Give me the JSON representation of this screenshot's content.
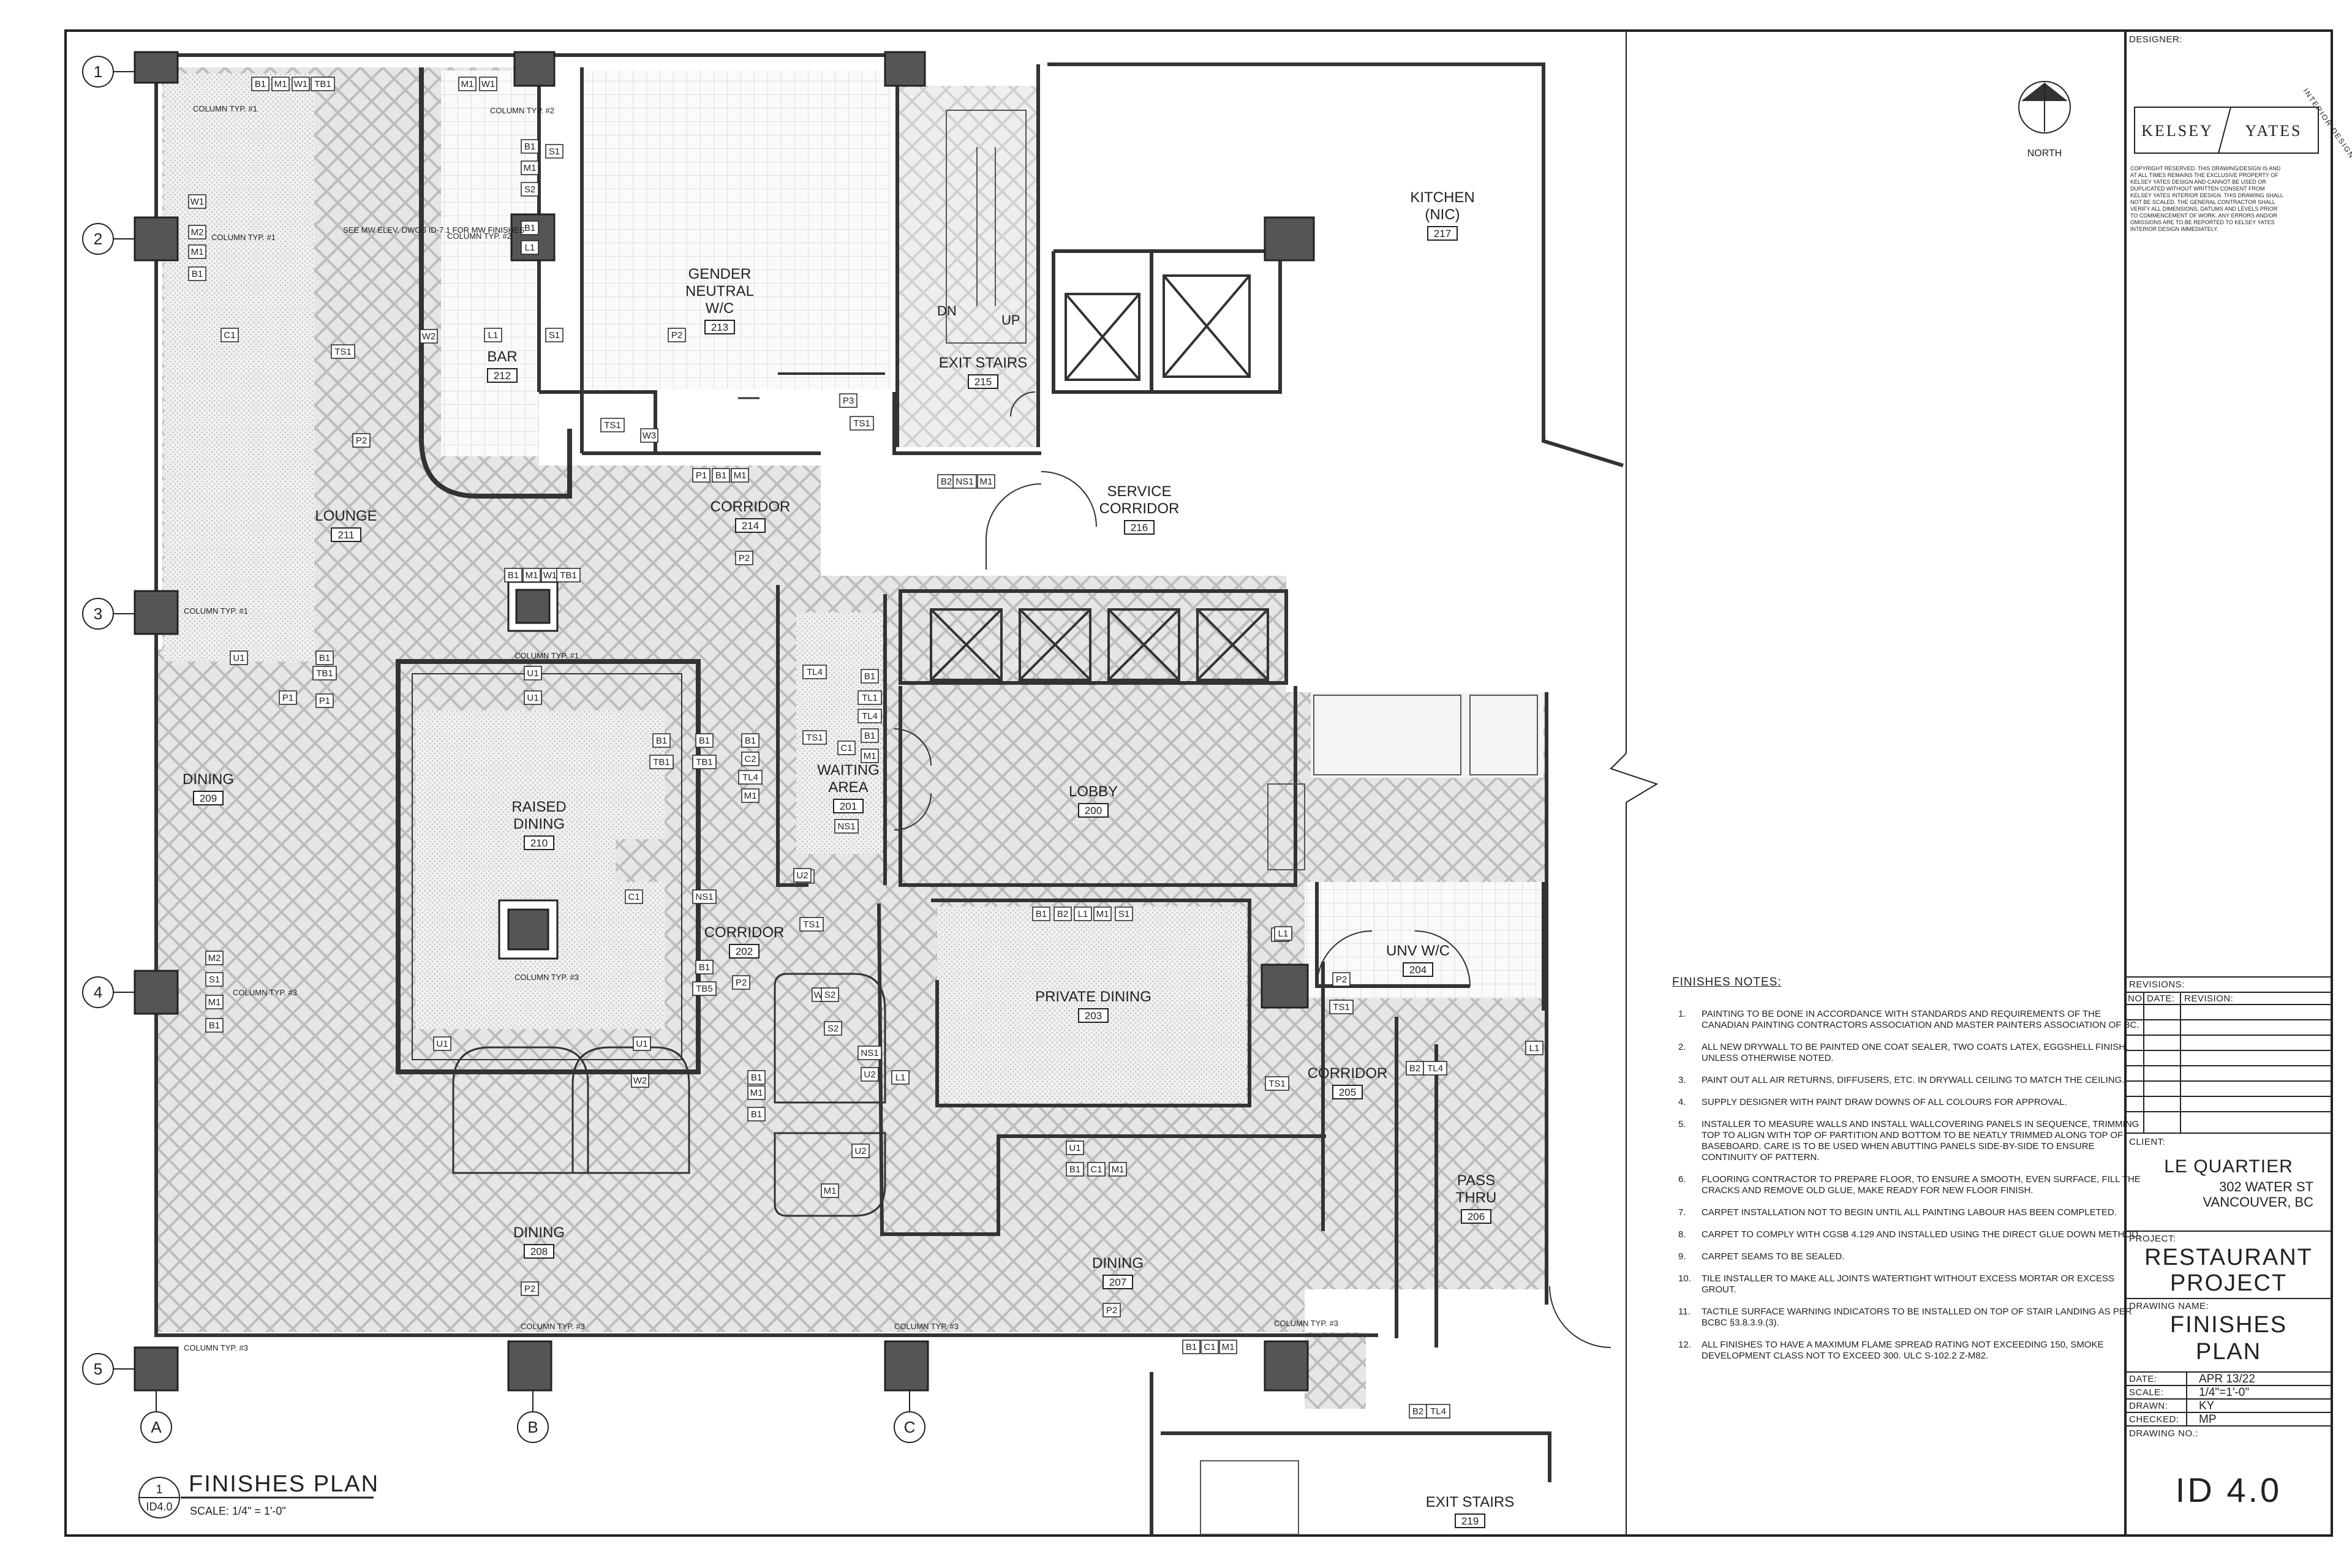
{
  "sheet": {
    "designer_label": "DESIGNER:",
    "designer_name_left": "KELSEY",
    "designer_name_right": "YATES",
    "designer_tagline": "INTERIOR DESIGN",
    "copyright": "COPYRIGHT RESERVED. THIS DRAWING/DESIGN IS AND AT ALL TIMES REMAINS THE EXCLUSIVE PROPERTY OF KELSEY YATES DESIGN AND CANNOT BE USED OR DUPLICATED WITHOUT WRITTEN CONSENT FROM KELSEY YATES INTERIOR DESIGN. THIS DRAWING SHALL NOT BE SCALED. THE GENERAL CONTRACTOR SHALL VERIFY ALL DIMENSIONS, DATUMS AND LEVELS PRIOR TO COMMENCEMENT OF WORK. ANY ERRORS AND/OR OMISSIONS ARE TO BE REPORTED TO KELSEY YATES INTERIOR DESIGN IMMEDIATELY.",
    "revisions_label": "REVISIONS:",
    "revisions_cols": [
      "NO:",
      "DATE:",
      "REVISION:"
    ],
    "client_label": "CLIENT:",
    "client_name": "LE QUARTIER",
    "client_address1": "302 WATER ST",
    "client_address2": "VANCOUVER, BC",
    "project_label": "PROJECT:",
    "project_line1": "RESTAURANT",
    "project_line2": "PROJECT",
    "drawing_name_label": "DRAWING NAME:",
    "drawing_name_line1": "FINISHES",
    "drawing_name_line2": "PLAN",
    "date_label": "DATE:",
    "date_value": "APR 13/22",
    "scale_label": "SCALE:",
    "scale_value": "1/4\"=1'-0\"",
    "drawn_label": "DRAWN:",
    "drawn_value": "KY",
    "checked_label": "CHECKED:",
    "checked_value": "MP",
    "drawing_no_label": "DRAWING NO.:",
    "drawing_no_value": "ID 4.0",
    "north_label": "NORTH"
  },
  "plan_title": {
    "number": "1",
    "sheet_ref": "ID4.0",
    "title": "FINISHES PLAN",
    "scale": "SCALE: 1/4\" = 1'-0\""
  },
  "grid": {
    "rows": [
      "1",
      "2",
      "3",
      "4",
      "5"
    ],
    "cols": [
      "A",
      "B",
      "C"
    ]
  },
  "rooms": [
    {
      "name": "LOUNGE",
      "number": "211"
    },
    {
      "name": "BAR",
      "number": "212"
    },
    {
      "name": "GENDER NEUTRAL W/C",
      "number": "213"
    },
    {
      "name": "CORRIDOR",
      "number": "214"
    },
    {
      "name": "EXIT STAIRS",
      "number": "215"
    },
    {
      "name": "SERVICE CORRIDOR",
      "number": "216"
    },
    {
      "name": "KITCHEN (NIC)",
      "number": "217"
    },
    {
      "name": "DINING",
      "number": "209"
    },
    {
      "name": "RAISED DINING",
      "number": "210"
    },
    {
      "name": "WAITING AREA",
      "number": "201"
    },
    {
      "name": "LOBBY",
      "number": "200"
    },
    {
      "name": "CORRIDOR",
      "number": "202"
    },
    {
      "name": "PRIVATE DINING",
      "number": "203"
    },
    {
      "name": "UNV W/C",
      "number": "204"
    },
    {
      "name": "CORRIDOR",
      "number": "205"
    },
    {
      "name": "PASS THRU",
      "number": "206"
    },
    {
      "name": "DINING",
      "number": "208"
    },
    {
      "name": "DINING",
      "number": "207"
    },
    {
      "name": "EXIT STAIRS",
      "number": "219"
    }
  ],
  "plan_notes": {
    "column_typ1": "COLUMN TYP. #1",
    "column_typ2": "COLUMN TYP. #2",
    "column_typ3": "COLUMN TYP. #3",
    "see_mw": "SEE MW ELEV. DWGS ID-7.1 FOR MW FINISHES",
    "stair_dn": "DN",
    "stair_up": "UP"
  },
  "finish_tags": [
    "B1",
    "M1",
    "W1",
    "TB1",
    "C1",
    "TS1",
    "U1",
    "P1",
    "W2",
    "M2",
    "S1",
    "S2",
    "B2",
    "TL4",
    "TL1",
    "P2",
    "P3",
    "L1",
    "W3",
    "C2",
    "NS1",
    "U2",
    "TB5"
  ],
  "finishes_notes": {
    "heading": "FINISHES NOTES:",
    "items": [
      "PAINTING TO BE DONE IN ACCORDANCE WITH STANDARDS AND REQUIREMENTS OF THE CANADIAN PAINTING CONTRACTORS ASSOCIATION AND MASTER PAINTERS ASSOCIATION OF BC.",
      "ALL NEW DRYWALL TO BE PAINTED ONE COAT SEALER, TWO COATS LATEX, EGGSHELL FINISH. UNLESS OTHERWISE NOTED.",
      "PAINT OUT ALL AIR RETURNS, DIFFUSERS, ETC. IN DRYWALL CEILING TO MATCH THE CEILING.",
      "SUPPLY DESIGNER WITH PAINT DRAW DOWNS OF ALL COLOURS FOR APPROVAL.",
      "INSTALLER TO MEASURE WALLS AND INSTALL WALLCOVERING PANELS IN SEQUENCE, TRIMMING TOP TO ALIGN WITH TOP OF PARTITION AND BOTTOM TO BE NEATLY TRIMMED ALONG TOP OF BASEBOARD. CARE IS TO BE USED WHEN ABUTTING PANELS SIDE-BY-SIDE TO ENSURE CONTINUITY OF PATTERN.",
      "FLOORING CONTRACTOR TO PREPARE FLOOR, TO ENSURE A SMOOTH, EVEN SURFACE, FILL THE CRACKS AND REMOVE OLD GLUE, MAKE READY FOR NEW FLOOR FINISH.",
      "CARPET INSTALLATION NOT TO BEGIN UNTIL ALL PAINTING LABOUR HAS BEEN COMPLETED.",
      "CARPET TO COMPLY WITH CGSB 4.129 AND INSTALLED USING THE DIRECT GLUE DOWN METHOD.",
      "CARPET SEAMS TO BE SEALED.",
      "TILE INSTALLER TO MAKE ALL JOINTS WATERTIGHT WITHOUT EXCESS MORTAR OR EXCESS GROUT.",
      "TACTILE SURFACE WARNING INDICATORS TO BE INSTALLED ON TOP OF STAIR LANDING AS PER BCBC §3.8.3.9.(3).",
      "ALL FINISHES TO HAVE A MAXIMUM FLAME SPREAD RATING NOT EXCEEDING 150, SMOKE DEVELOPMENT CLASS NOT TO EXCEED 300. ULC S-102.2 Z-M82."
    ]
  }
}
